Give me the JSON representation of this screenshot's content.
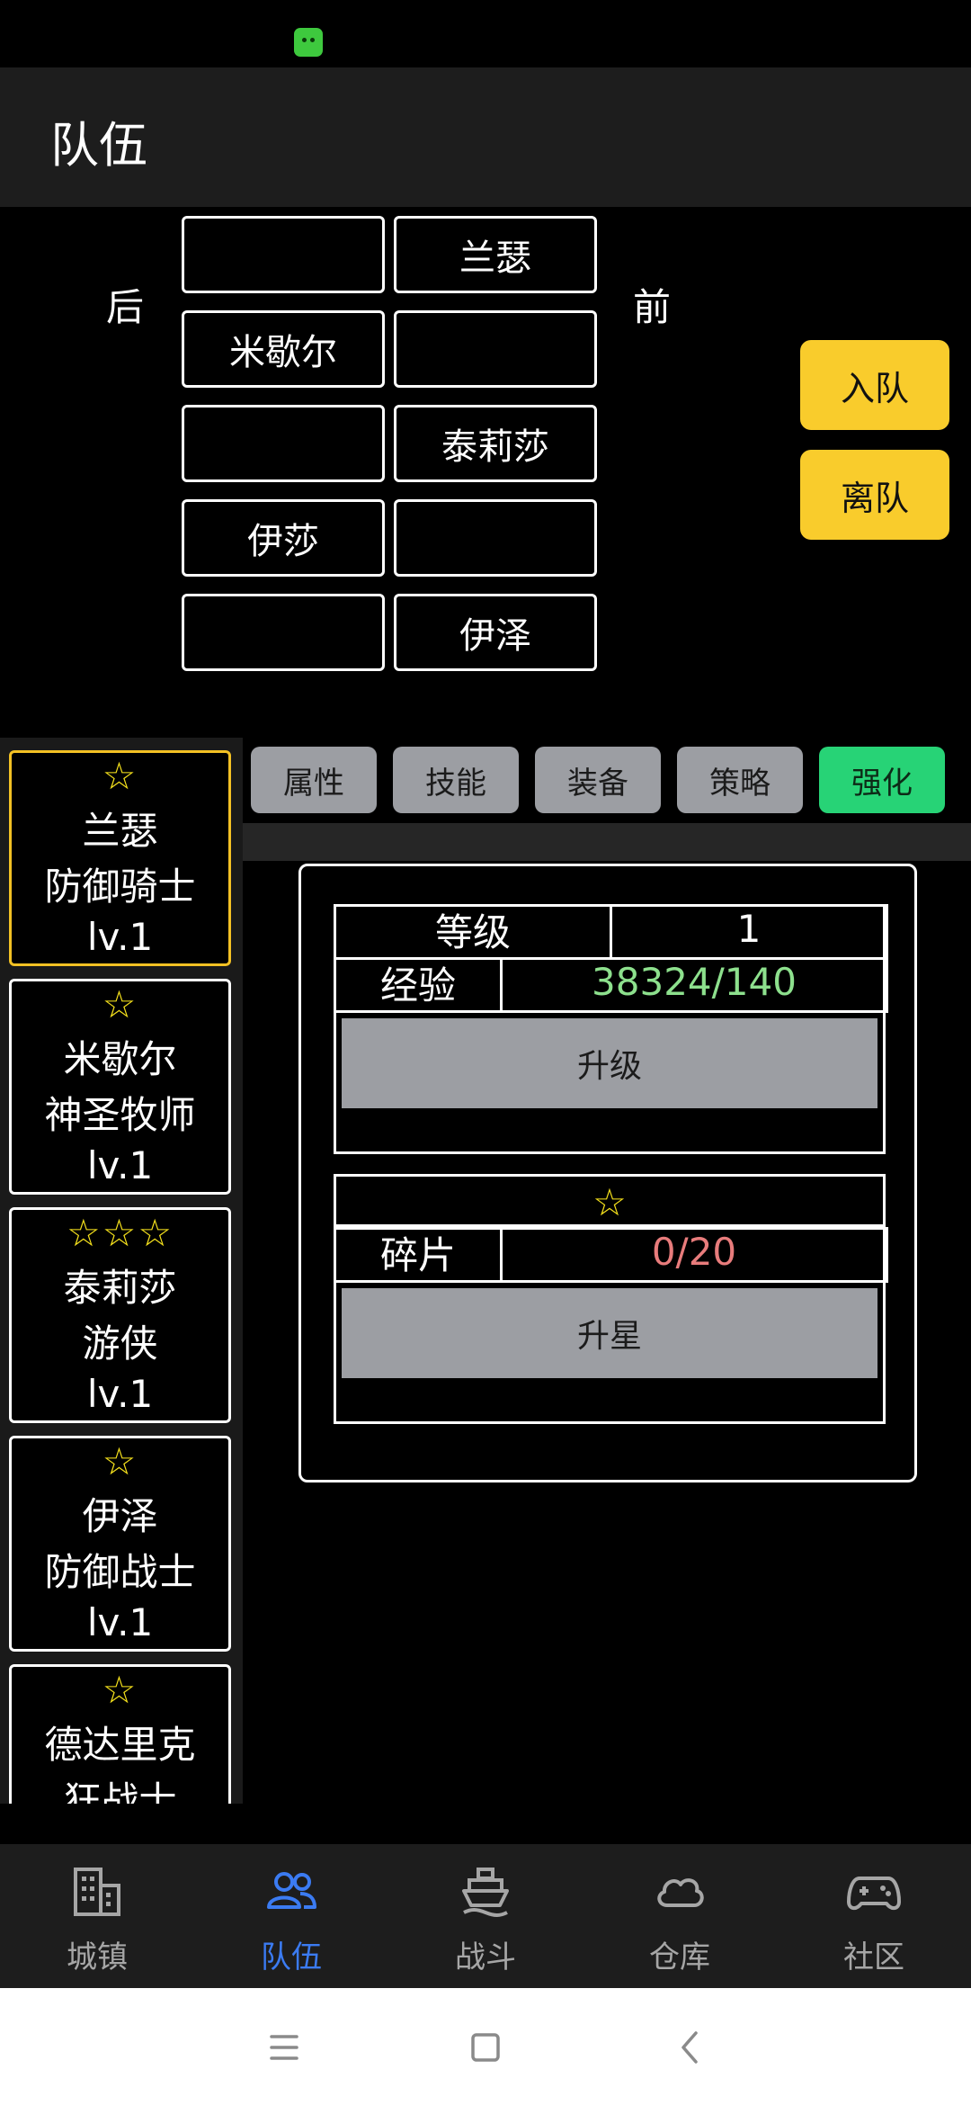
{
  "app": {
    "title": "队伍"
  },
  "formation": {
    "back_label": "后",
    "front_label": "前",
    "rows": [
      {
        "back": "",
        "front": "兰瑟"
      },
      {
        "back": "米歇尔",
        "front": ""
      },
      {
        "back": "",
        "front": "泰莉莎"
      },
      {
        "back": "伊莎",
        "front": ""
      },
      {
        "back": "",
        "front": "伊泽"
      }
    ],
    "join_button": "入队",
    "leave_button": "离队"
  },
  "characters": [
    {
      "stars": "☆",
      "name": "兰瑟",
      "class": "防御骑士",
      "level": "lv.1",
      "selected": true
    },
    {
      "stars": "☆",
      "name": "米歇尔",
      "class": "神圣牧师",
      "level": "lv.1",
      "selected": false
    },
    {
      "stars": "☆☆☆",
      "name": "泰莉莎",
      "class": "游侠",
      "level": "lv.1",
      "selected": false
    },
    {
      "stars": "☆",
      "name": "伊泽",
      "class": "防御战士",
      "level": "lv.1",
      "selected": false
    },
    {
      "stars": "☆",
      "name": "德达里克",
      "class": "狂战士",
      "level": "",
      "selected": false
    }
  ],
  "tabs": [
    {
      "label": "属性",
      "active": false
    },
    {
      "label": "技能",
      "active": false
    },
    {
      "label": "装备",
      "active": false
    },
    {
      "label": "策略",
      "active": false
    },
    {
      "label": "强化",
      "active": true
    }
  ],
  "enhance": {
    "level_label": "等级",
    "level_value": "1",
    "exp_label": "经验",
    "exp_value": "38324/140",
    "level_up_button": "升级",
    "star_display": "☆",
    "fragment_label": "碎片",
    "fragment_value": "0/20",
    "star_up_button": "升星"
  },
  "bottom_nav": [
    {
      "label": "城镇",
      "icon": "building-icon",
      "active": false
    },
    {
      "label": "队伍",
      "icon": "people-icon",
      "active": true
    },
    {
      "label": "战斗",
      "icon": "ship-icon",
      "active": false
    },
    {
      "label": "仓库",
      "icon": "cloud-icon",
      "active": false
    },
    {
      "label": "社区",
      "icon": "gamepad-icon",
      "active": false
    }
  ],
  "colors": {
    "accent_yellow": "#f9cc2c",
    "tab_active": "#27d376",
    "nav_active": "#3b7bf2",
    "exp_green": "#8de08d",
    "fragment_red": "#e87c7c",
    "star_yellow": "#f6e21c"
  }
}
